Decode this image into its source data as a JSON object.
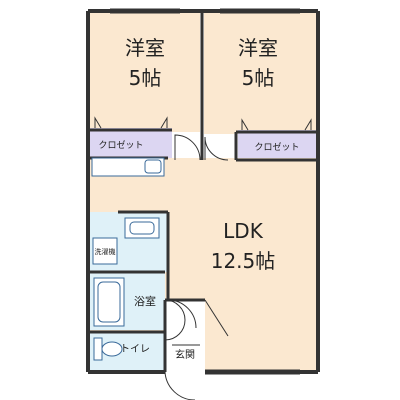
{
  "rooms": {
    "bedroom_left": {
      "name": "洋室",
      "size": "5帖"
    },
    "bedroom_right": {
      "name": "洋室",
      "size": "5帖"
    },
    "ldk": {
      "name": "LDK",
      "size": "12.5帖"
    },
    "bath": {
      "name": "浴室"
    },
    "toilet": {
      "name": "トイレ"
    },
    "entrance": {
      "name": "玄関"
    },
    "closet_left": {
      "name": "クロゼット"
    },
    "closet_right": {
      "name": "クロゼット"
    },
    "washer": {
      "name": "洗濯機"
    }
  },
  "colors": {
    "room_fill": "#fbe8d0",
    "closet_fill": "#dcd6f2",
    "wet_fill": "#dff1f8",
    "wall": "#333333",
    "fixture_line": "#3a6a9a"
  }
}
